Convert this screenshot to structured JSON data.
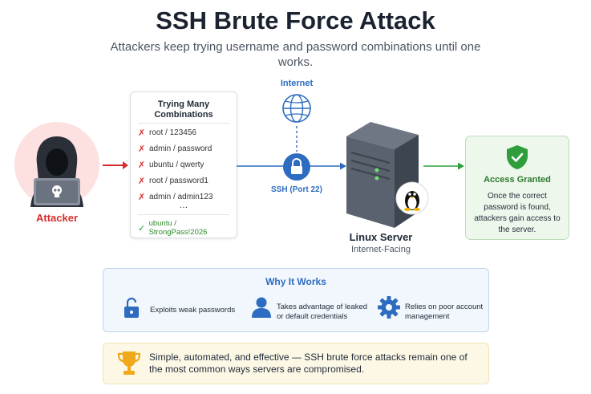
{
  "title": "SSH Brute Force Attack",
  "subtitle": "Attackers keep trying username and password combinations until one works.",
  "attacker": {
    "label": "Attacker"
  },
  "combos": {
    "title": "Trying Many Combinations",
    "items": [
      "root / 123456",
      "admin / password",
      "ubuntu / qwerty",
      "root / password1",
      "admin / admin123"
    ],
    "ellipsis": "…",
    "success": "ubuntu / StrongPass!2026"
  },
  "internet": {
    "label": "Internet",
    "ssh_label": "SSH (Port 22)"
  },
  "server": {
    "title": "Linux Server",
    "subtitle": "Internet-Facing"
  },
  "access": {
    "title": "Access Granted",
    "text": "Once the correct password is found, attackers gain access to the server."
  },
  "why": {
    "title": "Why It Works",
    "reasons": [
      {
        "icon": "open-lock-icon",
        "text": "Exploits weak passwords"
      },
      {
        "icon": "user-icon",
        "text": "Takes advantage of leaked or default credentials"
      },
      {
        "icon": "gear-icon",
        "text": "Relies on poor account management"
      }
    ]
  },
  "banner": {
    "icon": "trophy-icon",
    "text": "Simple, automated, and effective — SSH brute force attacks remain one of the most common ways servers are compromised."
  },
  "colors": {
    "accent_blue": "#2d6cc0",
    "danger_red": "#d52c2c",
    "success_green": "#2e9d3a"
  }
}
